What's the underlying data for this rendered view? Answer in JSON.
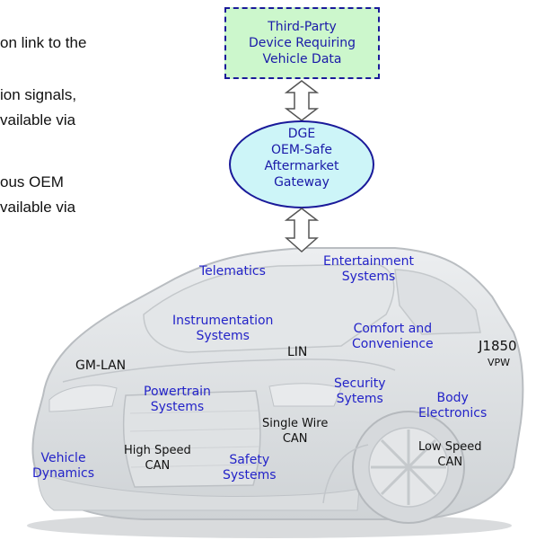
{
  "left_text": [
    "on link to the",
    "ion signals,",
    "vailable via",
    "ous OEM",
    "vailable via"
  ],
  "third_party_box": [
    "Third-Party",
    "Device Requiring",
    "Vehicle Data"
  ],
  "gateway": [
    "DGE",
    "OEM-Safe",
    "Aftermarket",
    "Gateway"
  ],
  "car_labels": {
    "telematics": "Telematics",
    "entertainment": [
      "Entertainment",
      "Systems"
    ],
    "instrumentation": [
      "Instrumentation",
      "Systems"
    ],
    "comfort": [
      "Comfort and",
      "Convenience"
    ],
    "lin": "LIN",
    "j1850": "J1850",
    "vpw": "VPW",
    "gmlan": "GM-LAN",
    "powertrain": [
      "Powertrain",
      "Systems"
    ],
    "security": [
      "Security",
      "Sytems"
    ],
    "body": [
      "Body",
      "Electronics"
    ],
    "single_wire": [
      "Single Wire",
      "CAN"
    ],
    "vehicle_dynamics": [
      "Vehicle",
      "Dynamics"
    ],
    "high_speed": [
      "High Speed",
      "CAN"
    ],
    "safety": [
      "Safety",
      "Systems"
    ],
    "low_speed": [
      "Low Speed",
      "CAN"
    ]
  },
  "colors": {
    "label_blue": "#2323c8",
    "box_fill": "#ccf7cc",
    "ellipse_fill": "#cdf5f8",
    "border_navy": "#1a1a9a"
  }
}
